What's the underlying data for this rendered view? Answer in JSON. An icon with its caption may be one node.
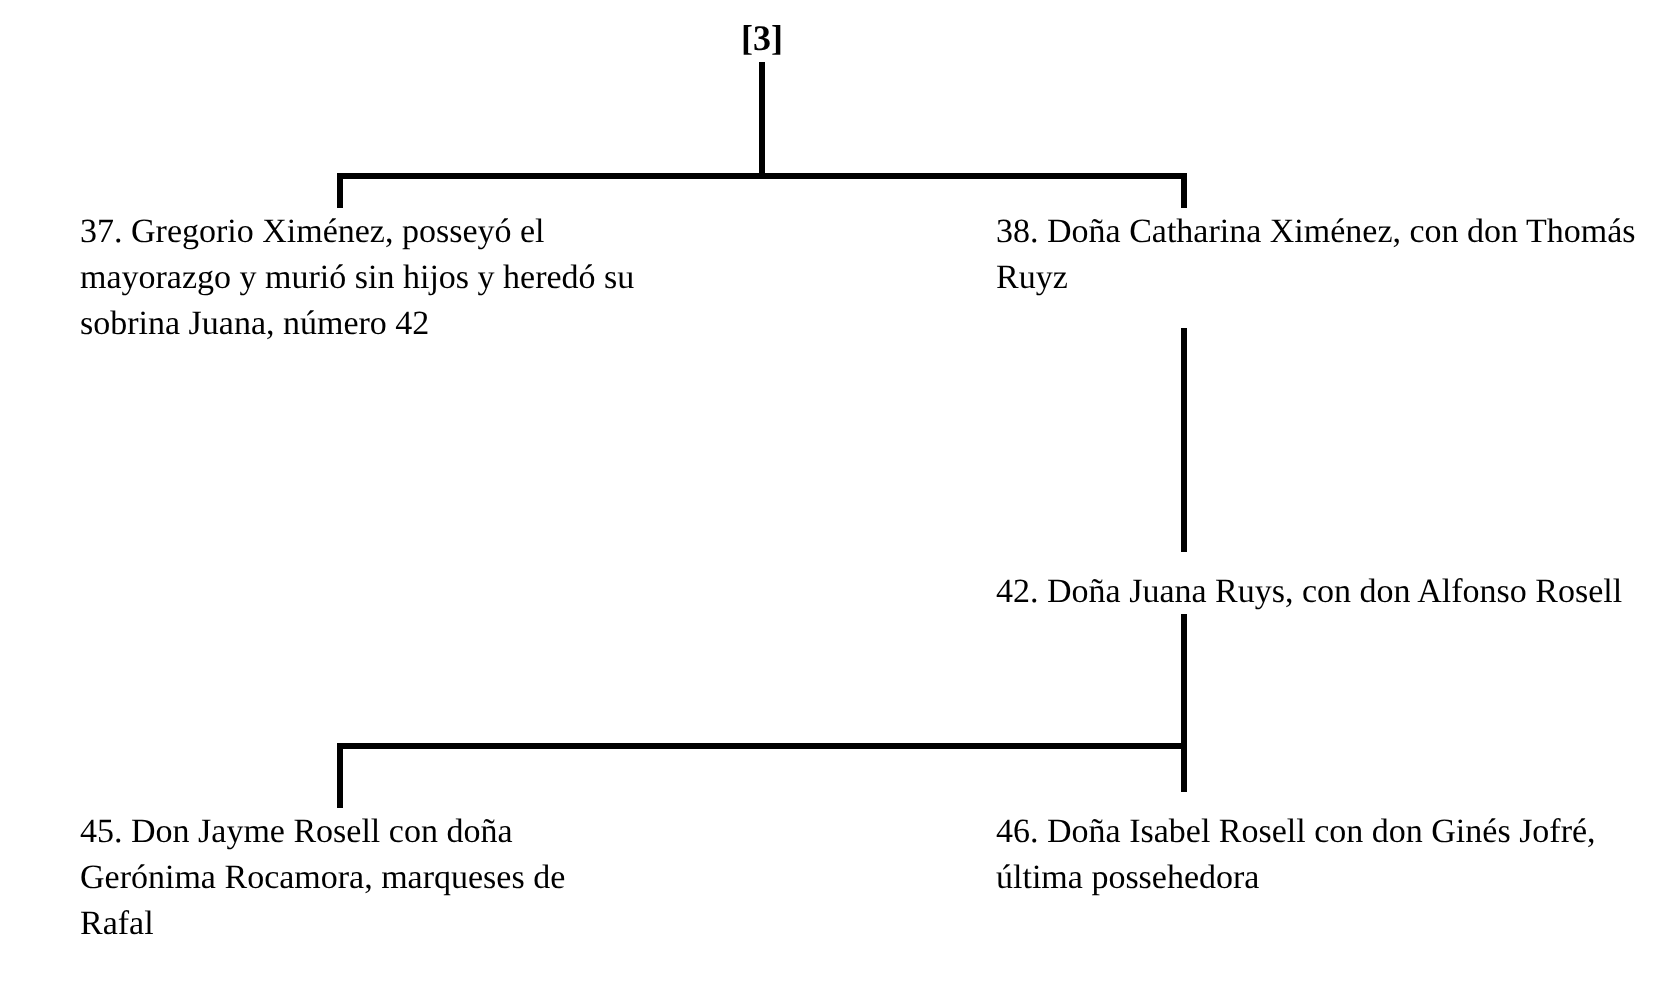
{
  "diagram": {
    "nodes": [
      {
        "text": [
          "[3]"
        ]
      },
      {
        "text": [
          "37. Gregorio Ximénez, posseyó el mayorazgo y murió sin hijos y heredó su sobrina Juana, número 42"
        ]
      },
      {
        "text": [
          "38. Doña Catharina Ximénez, con don Thomás Ruyz"
        ]
      },
      {
        "text": [
          "42. Doña Juana Ruys, con don Alfonso Rosell"
        ]
      },
      {
        "text": [
          "45. Don Jayme Rosell con doña Gerónima Rocamora, marqueses de Rafal"
        ]
      },
      {
        "text": [
          "46. Doña Isabel Rosell con don Ginés Jofré, última possehedora"
        ]
      }
    ],
    "edges": [
      {
        "from": 0,
        "to": 1,
        "arrow": "none"
      },
      {
        "from": 0,
        "to": 2,
        "arrow": "none"
      },
      {
        "from": 2,
        "to": 3,
        "arrow": "none"
      },
      {
        "from": 3,
        "to": 4,
        "arrow": "none"
      },
      {
        "from": 3,
        "to": 5,
        "arrow": "none"
      }
    ]
  }
}
